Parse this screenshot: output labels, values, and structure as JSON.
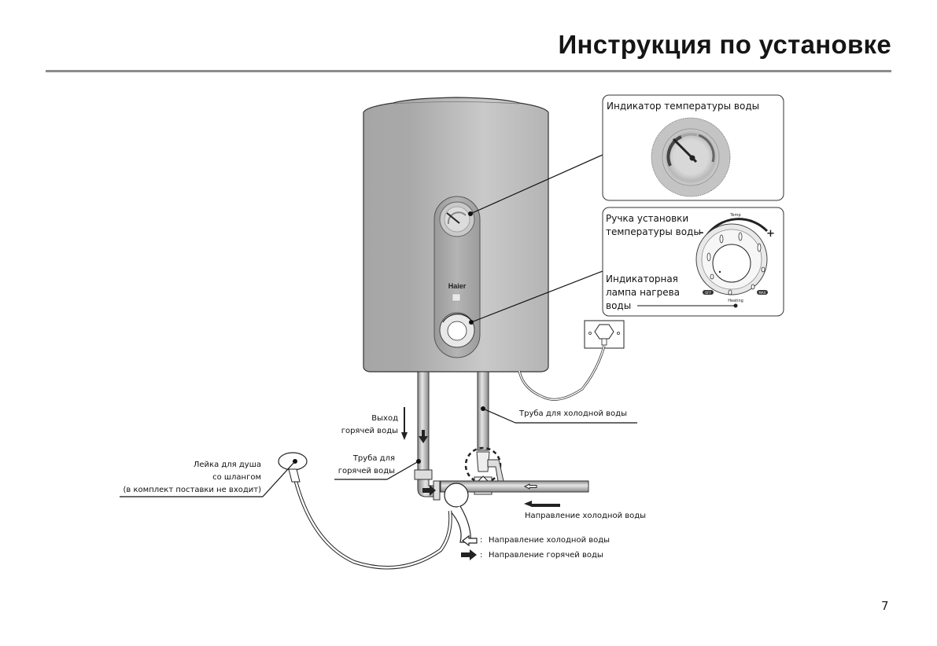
{
  "page": {
    "title": "Инструкция по установке",
    "page_number": "7"
  },
  "callouts": {
    "temp_indicator": "Индикатор температуры воды",
    "knob_line1": "Ручка установки",
    "knob_line2": "температуры воды",
    "lamp_line1": "Индикаторная",
    "lamp_line2": "лампа нагрева",
    "lamp_line3": "воды",
    "hot_out_line1": "Выход",
    "hot_out_line2": "горячей воды",
    "hot_pipe_line1": "Труба для",
    "hot_pipe_line2": "горячей воды",
    "cold_pipe": "Труба для холодной воды",
    "shower_line1": "Лейка для душа",
    "shower_line2": "со шлангом",
    "shower_line3": "(в комплект поставки не входит)",
    "cold_direction": "Направление холодной воды"
  },
  "knob": {
    "temp_label": "Temp",
    "minus": "–",
    "plus": "+",
    "off": "OFF",
    "max": "MAX",
    "heating": "Heating"
  },
  "heater": {
    "brand": "Haier"
  },
  "legend": [
    {
      "icon": "hollow-arrow-left-icon",
      "sep": ":",
      "label": "Направление холодной воды"
    },
    {
      "icon": "solid-arrow-right-icon",
      "sep": ":",
      "label": "Направление горячей воды"
    }
  ]
}
